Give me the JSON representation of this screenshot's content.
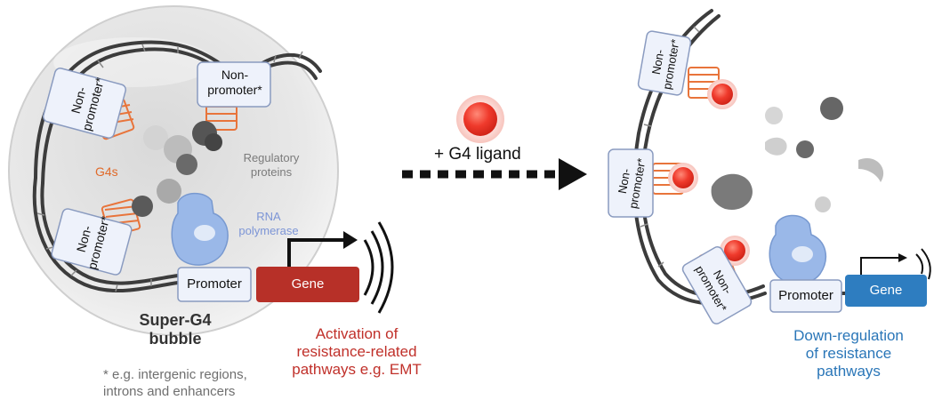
{
  "left": {
    "bubble_title": [
      "Super-G4",
      "bubble"
    ],
    "nonpromoter_label": [
      "Non-",
      "promoter*"
    ],
    "g4s_label": "G4s",
    "regulatory_label": [
      "Regulatory",
      "proteins"
    ],
    "rnapol_label": [
      "RNA",
      "polymerase"
    ],
    "promoter_label": "Promoter",
    "gene_label": "Gene",
    "activation_text": [
      "Activation of",
      "resistance-related",
      "pathways e.g. EMT"
    ],
    "footnote": [
      "* e.g. intergenic regions,",
      "introns and enhancers"
    ]
  },
  "middle": {
    "ligand_label": "+ G4 ligand"
  },
  "right": {
    "nonpromoter_label": [
      "Non-",
      "promoter*"
    ],
    "promoter_label": "Promoter",
    "gene_label": "Gene",
    "downreg_text": [
      "Down-regulation",
      "of resistance",
      "pathways"
    ]
  },
  "colors": {
    "dna": "#3c3c3c",
    "g4": "#e8743b",
    "ligand": "#e8332b",
    "gene_left": "#b73028",
    "gene_right": "#2e7dc0",
    "rnapol": "#9ab8e8",
    "box_fill": "#eef2fb",
    "box_stroke": "#8a9bc0"
  }
}
